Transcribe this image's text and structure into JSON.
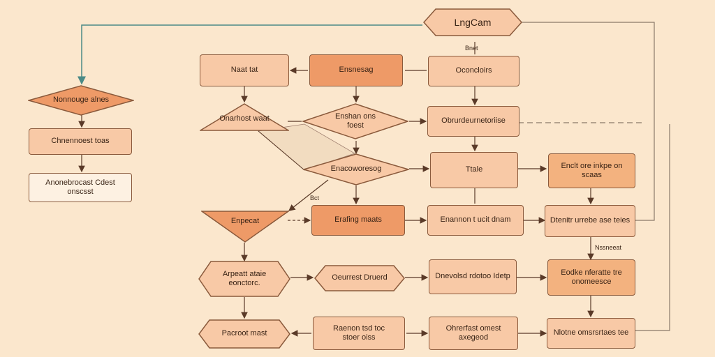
{
  "title": "LngCam",
  "labels": {
    "top_small": "Bnet",
    "ls_diamond": "Nonnouge alnes",
    "ls_box": "Chnennoest toas",
    "ls_box2": "Anonebrocast Cdest onscsst",
    "r1a": "Naat tat",
    "r1b": "Ensnesag",
    "r1c": "Oconcloirs",
    "r2a": "Onarhost waat",
    "r2b": "Enshan ons foest",
    "r2c": "Obrurdeurnetoriise",
    "r3a": "Enacoworesog",
    "r3b": "Ttale",
    "r3c": "Enclt ore inkpe on scaas",
    "small_bct": "Bct",
    "r4a": "Enpecat",
    "r4b": "Erafing maats",
    "r4c": "Enannon t ucit dnam",
    "r4d": "Dtenitr urrebe ase teies",
    "small_neer": "Nssneeat",
    "r5a": "Arpeatt ataie eonctorc.",
    "r5b": "Oeurrest Druerd",
    "r5c": "Dnevolsd rdotoo Idetp",
    "r5d": "Eodke nferatte tre onomeesce",
    "r6a": "Pacroot mast",
    "r6b": "Raenon tsd toc stoer oiss",
    "r6c": "Ohrerfast omest axegeod",
    "r6d": "Nlotne omsrsrtaes tee"
  },
  "colors": {
    "background": "#fbe7cd",
    "node_fill": "#f8c9a6",
    "node_dark": "#ee9a67",
    "node_mid": "#f3b27f",
    "node_light": "#fdf1e2",
    "stroke": "#8a5a3c",
    "teal_line": "#4a8a86"
  }
}
